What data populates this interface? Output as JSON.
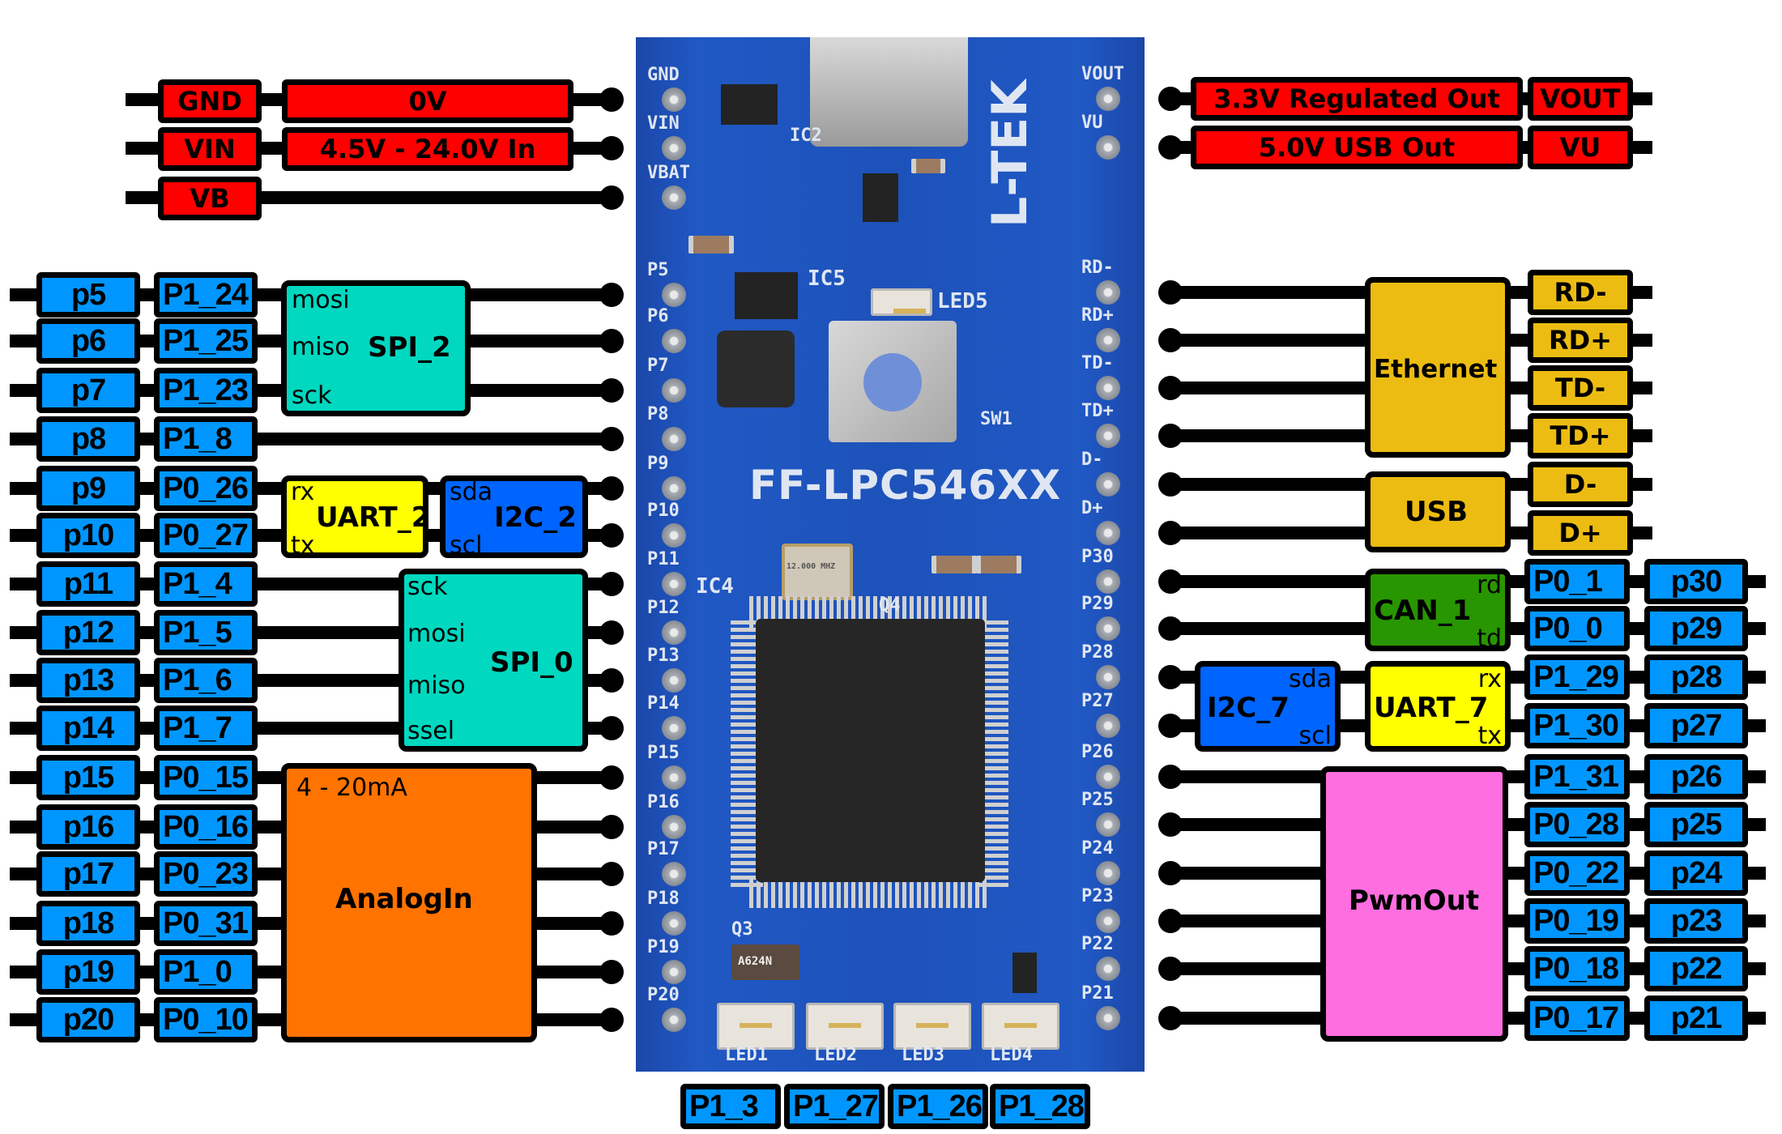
{
  "board": {
    "name": "FF-LPC546XX",
    "logo": "L-TEK",
    "colors": {
      "pcb": "#1d52ba",
      "pin_label": "#0096ff",
      "power": "#ff0000",
      "ethernet_usb": "#ecbc12",
      "spi": "#00d8c0",
      "uart": "#ffff00",
      "i2c": "#0064ff",
      "analog": "#ff7300",
      "can": "#289600",
      "pwm": "#ff6ee0"
    },
    "silkscreen": {
      "left_pins": [
        "GND",
        "VIN",
        "VBAT",
        "P5",
        "P6",
        "P7",
        "P8",
        "P9",
        "P10",
        "P11",
        "P12",
        "P13",
        "P14",
        "P15",
        "P16",
        "P17",
        "P18",
        "P19",
        "P20"
      ],
      "right_pins": [
        "VOUT",
        "VU",
        "RD-",
        "RD+",
        "TD-",
        "TD+",
        "D-",
        "D+",
        "P30",
        "P29",
        "P28",
        "P27",
        "P26",
        "P25",
        "P24",
        "P23",
        "P22",
        "P21"
      ],
      "components": {
        "ic2": "IC2",
        "ic5": "IC5",
        "ic4": "IC4",
        "led5": "LED5",
        "sw1": "SW1",
        "q4": "Q4",
        "q3": "Q3",
        "crystal": "12.000 MHZ",
        "crystal2": "A624N"
      },
      "leds": [
        "LED1",
        "LED2",
        "LED3",
        "LED4"
      ]
    }
  },
  "power_left": [
    {
      "pin": "GND",
      "desc": "0V"
    },
    {
      "pin": "VIN",
      "desc": "4.5V - 24.0V In"
    },
    {
      "pin": "VB",
      "desc": ""
    }
  ],
  "power_right": [
    {
      "pin": "VOUT",
      "desc": "3.3V Regulated Out"
    },
    {
      "pin": "VU",
      "desc": "5.0V USB Out"
    }
  ],
  "left_pins": [
    {
      "mbed": "p5",
      "port": "P1_24"
    },
    {
      "mbed": "p6",
      "port": "P1_25"
    },
    {
      "mbed": "p7",
      "port": "P1_23"
    },
    {
      "mbed": "p8",
      "port": "P1_8"
    },
    {
      "mbed": "p9",
      "port": "P0_26"
    },
    {
      "mbed": "p10",
      "port": "P0_27"
    },
    {
      "mbed": "p11",
      "port": "P1_4"
    },
    {
      "mbed": "p12",
      "port": "P1_5"
    },
    {
      "mbed": "p13",
      "port": "P1_6"
    },
    {
      "mbed": "p14",
      "port": "P1_7"
    },
    {
      "mbed": "p15",
      "port": "P0_15"
    },
    {
      "mbed": "p16",
      "port": "P0_16"
    },
    {
      "mbed": "p17",
      "port": "P0_23"
    },
    {
      "mbed": "p18",
      "port": "P0_31"
    },
    {
      "mbed": "p19",
      "port": "P1_0"
    },
    {
      "mbed": "p20",
      "port": "P0_10"
    }
  ],
  "right_pins": [
    {
      "mbed": "p30",
      "port": "P0_1"
    },
    {
      "mbed": "p29",
      "port": "P0_0"
    },
    {
      "mbed": "p28",
      "port": "P1_29"
    },
    {
      "mbed": "p27",
      "port": "P1_30"
    },
    {
      "mbed": "p26",
      "port": "P1_31"
    },
    {
      "mbed": "p25",
      "port": "P0_28"
    },
    {
      "mbed": "p24",
      "port": "P0_22"
    },
    {
      "mbed": "p23",
      "port": "P0_19"
    },
    {
      "mbed": "p22",
      "port": "P0_18"
    },
    {
      "mbed": "p21",
      "port": "P0_17"
    }
  ],
  "ethernet_pins": [
    "RD-",
    "RD+",
    "TD-",
    "TD+"
  ],
  "usb_pins": [
    "D-",
    "D+"
  ],
  "led_pins": [
    "P1_3",
    "P1_27",
    "P1_26",
    "P1_28"
  ],
  "blocks": {
    "spi2": {
      "name": "SPI_2",
      "signals": [
        "mosi",
        "miso",
        "sck"
      ]
    },
    "uart2": {
      "name": "UART_2",
      "signals": [
        "rx",
        "tx"
      ]
    },
    "i2c2": {
      "name": "I2C_2",
      "signals": [
        "sda",
        "scl"
      ]
    },
    "spi0": {
      "name": "SPI_0",
      "signals": [
        "sck",
        "mosi",
        "miso",
        "ssel"
      ]
    },
    "analog": {
      "name": "AnalogIn",
      "note": "4 - 20mA"
    },
    "ethernet": {
      "name": "Ethernet"
    },
    "usb": {
      "name": "USB"
    },
    "can1": {
      "name": "CAN_1",
      "signals": [
        "rd",
        "td"
      ]
    },
    "i2c7": {
      "name": "I2C_7",
      "signals": [
        "sda",
        "scl"
      ]
    },
    "uart7": {
      "name": "UART_7",
      "signals": [
        "rx",
        "tx"
      ]
    },
    "pwm": {
      "name": "PwmOut"
    }
  }
}
